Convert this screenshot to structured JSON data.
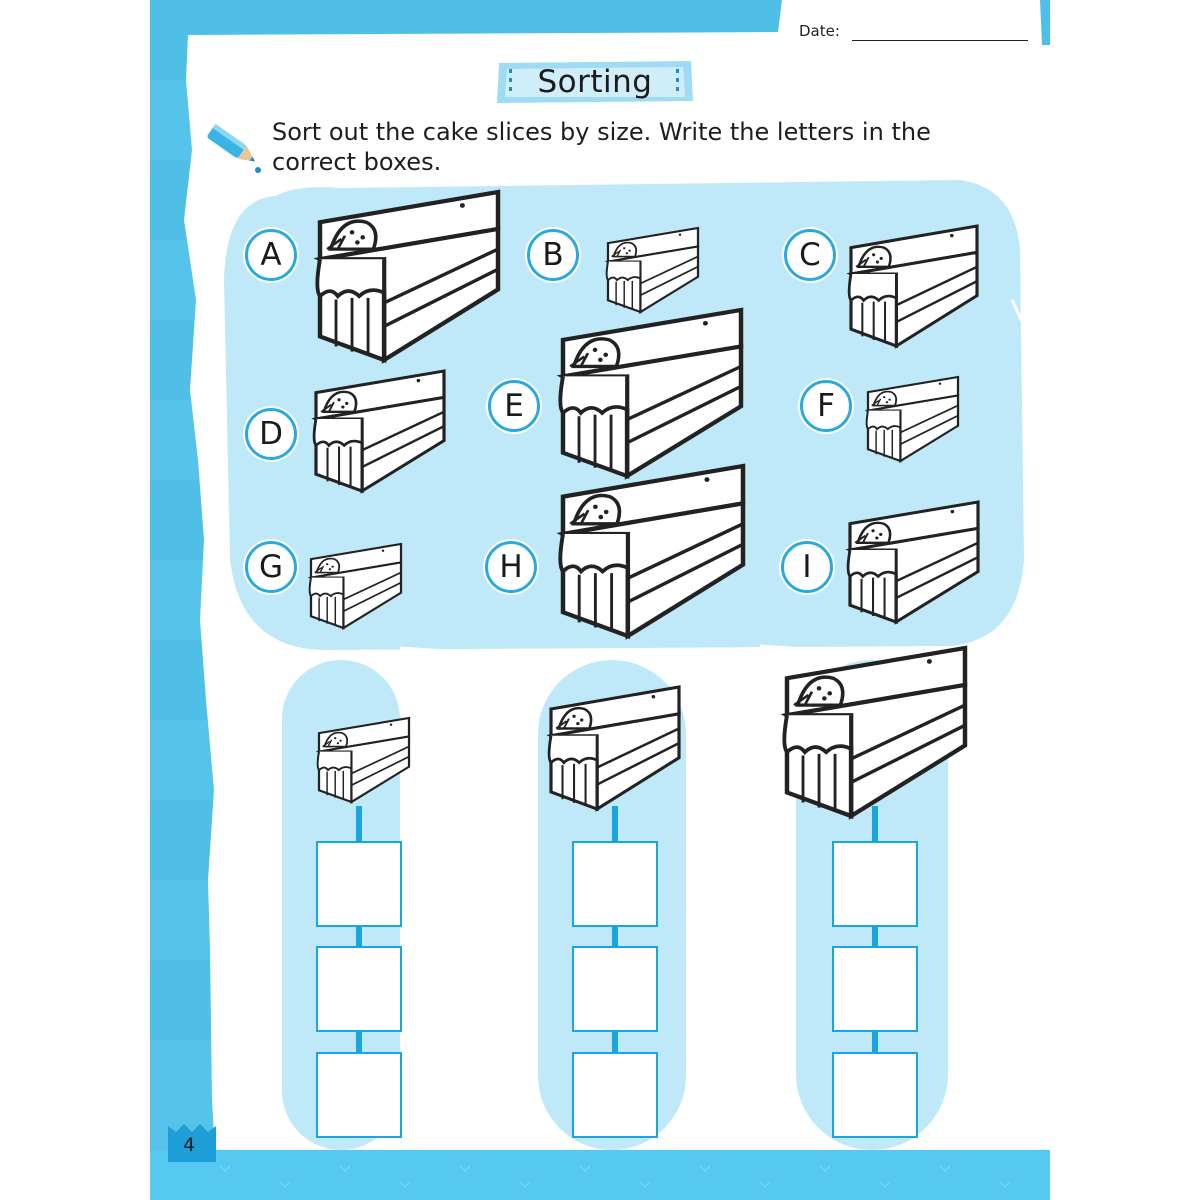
{
  "header": {
    "date_label": "Date:"
  },
  "title": "Sorting",
  "instructions": "Sort out the cake slices by size. Write the letters in the correct boxes.",
  "cake_labels": [
    "A",
    "B",
    "C",
    "D",
    "E",
    "F",
    "G",
    "H",
    "I"
  ],
  "columns": [
    {
      "size": "small",
      "answer_boxes": 3
    },
    {
      "size": "medium",
      "answer_boxes": 3
    },
    {
      "size": "large",
      "answer_boxes": 3
    }
  ],
  "page_number": "4",
  "colors": {
    "accent": "#55c3ea",
    "panel": "#bfe9f8",
    "box_border": "#18a5e0"
  }
}
